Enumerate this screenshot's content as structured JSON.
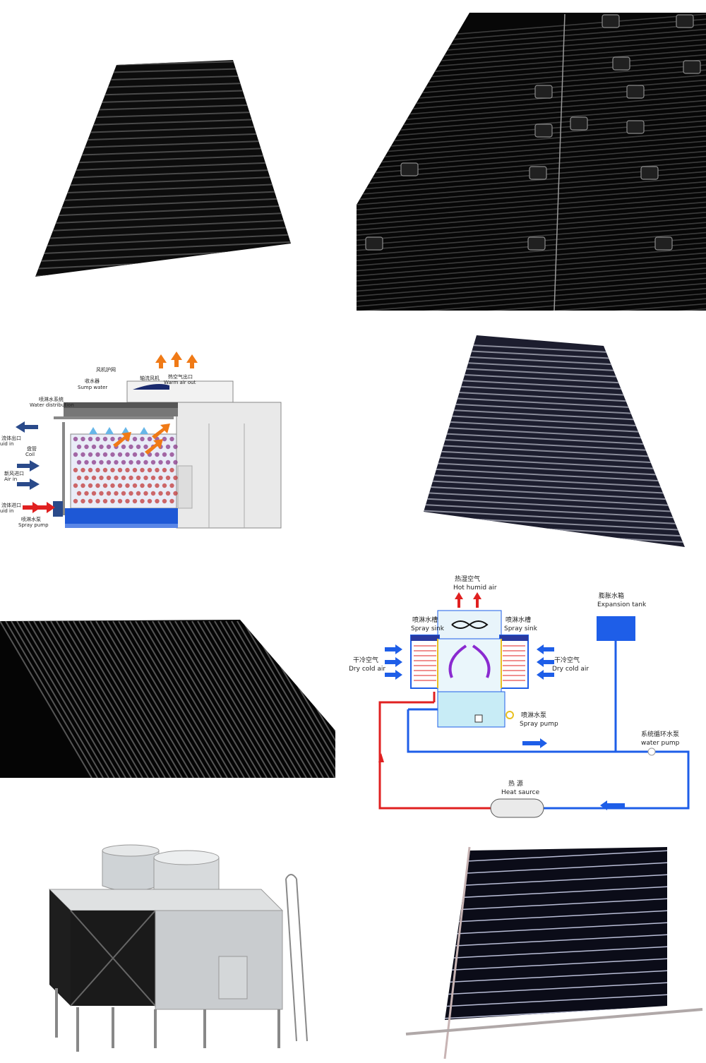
{
  "diagram1": {
    "labels": {
      "fan_guard_cn": "风机护网",
      "axial_fan_cn": "轴流风机",
      "warm_air_cn": "热空气出口",
      "warm_air_en": "Warm air out",
      "sump_cn": "收水器",
      "sump_en": "Sump water",
      "water_dist_cn": "喷淋水系统",
      "water_dist_en": "Water distribution",
      "fluid_out_cn": "流体出口",
      "fluid_out_en": "uid in",
      "coil_cn": "盘管",
      "coil_en": "Coil",
      "air_in_cn": "新风进口",
      "air_in_en": "Air in",
      "fluid_in_cn": "流体进口",
      "fluid_in_en": "uid in",
      "spray_pump_cn": "喷淋水泵",
      "spray_pump_en": "Spray pump"
    },
    "colors": {
      "hot": "#f07a16",
      "cold": "#2a4a8a",
      "red": "#e02020",
      "water": "#1e58d6"
    }
  },
  "diagram2": {
    "labels": {
      "hot_air_cn": "热湿空气",
      "hot_air_en": "Hot humid air",
      "spray_sink_l_cn": "喷淋水槽",
      "spray_sink_l_en": "Spray sink",
      "spray_sink_r_cn": "喷淋水槽",
      "spray_sink_r_en": "Spray sink",
      "dry_air_l_cn": "干冷空气",
      "dry_air_l_en": "Dry cold air",
      "dry_air_r_cn": "干冷空气",
      "dry_air_r_en": "Dry cold air",
      "expansion_cn": "膨胀水箱",
      "expansion_en": "Expansion tank",
      "spray_pump_cn": "喷淋水泵",
      "spray_pump_en": "Spray pump",
      "water_pump_cn": "系统循环水泵",
      "water_pump_en": "water pump",
      "heat_source_cn": "热    源",
      "heat_source_en": "Heat saurce"
    },
    "colors": {
      "hot": "#e02020",
      "cold": "#1e5ee8"
    }
  }
}
